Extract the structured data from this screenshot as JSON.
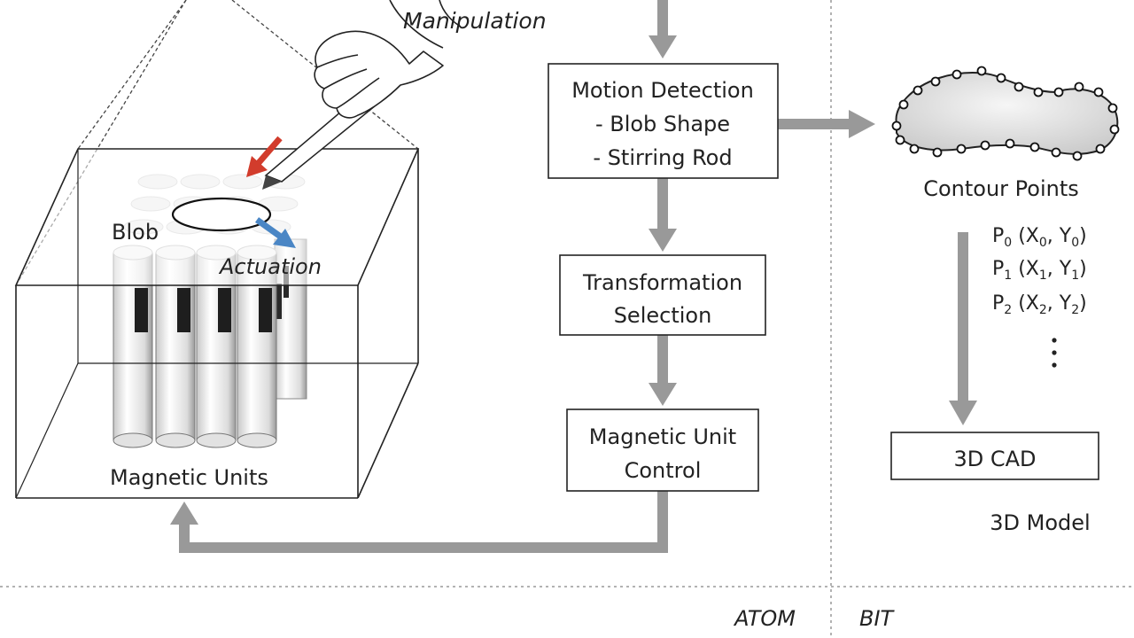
{
  "labels": {
    "manipulation": "Manipulation",
    "blob": "Blob",
    "actuation": "Actuation",
    "magnetic_units": "Magnetic Units",
    "contour_points": "Contour Points",
    "model_3d": "3D Model",
    "atom": "ATOM",
    "bit": "BIT"
  },
  "boxes": {
    "motion_detection": {
      "lines": [
        "Motion Detection",
        "- Blob Shape",
        "- Stirring Rod"
      ]
    },
    "transformation": {
      "lines": [
        "Transformation",
        "Selection"
      ]
    },
    "magnetic_control": {
      "lines": [
        "Magnetic Unit",
        "Control"
      ]
    },
    "cad": {
      "lines": [
        "3D CAD"
      ]
    }
  },
  "points": [
    {
      "p": "P",
      "i": "0",
      "x": "X",
      "y": "Y"
    },
    {
      "p": "P",
      "i": "1",
      "x": "X",
      "y": "Y"
    },
    {
      "p": "P",
      "i": "2",
      "x": "X",
      "y": "Y"
    }
  ],
  "colors": {
    "arrow": "#999999",
    "red_arrow": "#d23c2c",
    "blue_arrow": "#4a86c5",
    "line": "#222222",
    "divider": "#999999"
  }
}
